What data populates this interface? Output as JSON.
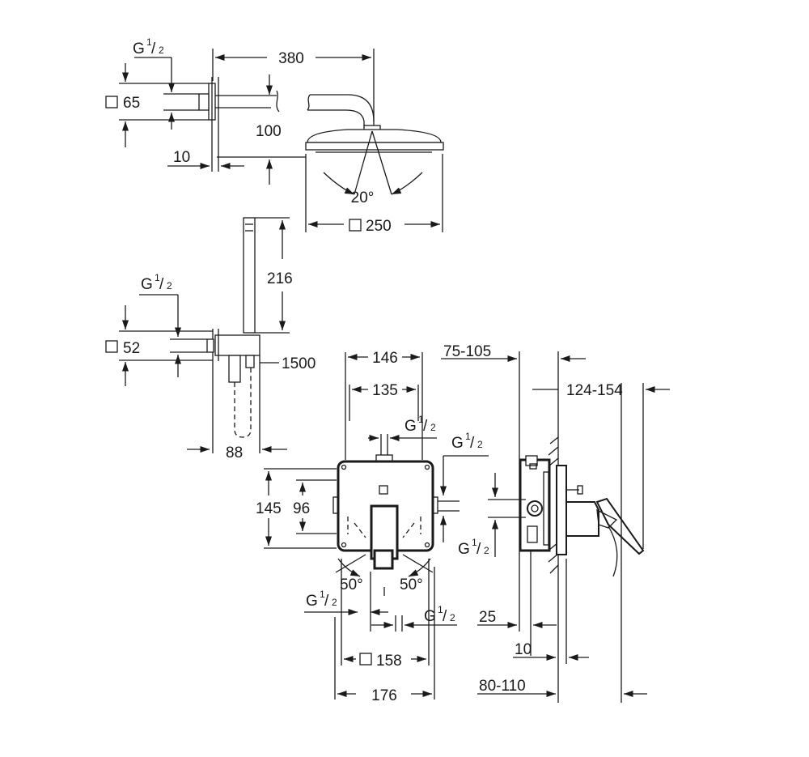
{
  "dimensions": {
    "arm_length": "380",
    "rose_size": "250",
    "rose_angle": "20°",
    "arm_drop": "100",
    "flange_thickness": "10",
    "flange_size": "65",
    "hand_shower_length": "216",
    "bracket_size": "52",
    "hose_length": "1500",
    "bracket_offset": "88",
    "box_width_outer": "146",
    "box_width_inner": "135",
    "box_height": "145",
    "box_height_inner": "96",
    "box_angle_left": "50°",
    "box_angle_right": "50°",
    "cover_plate": "158",
    "total_width": "176",
    "depth_range": "75-105",
    "lever_range": "124-154",
    "wall_offset": "25",
    "plate_thickness": "10",
    "install_depth": "80-110"
  },
  "thread": {
    "letter": "G",
    "sup": "1",
    "sub": "2"
  }
}
